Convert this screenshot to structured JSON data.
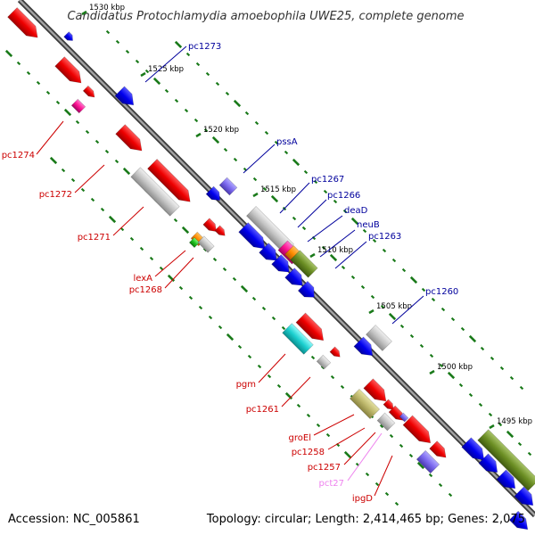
{
  "title": "Candidatus Protochlamydia amoebophila UWE25, complete genome",
  "footer": {
    "accession": "Accession: NC_005861",
    "summary": "Topology: circular; Length: 2,414,465 bp; Genes: 2,075"
  },
  "colors": {
    "forward_label": "#00009c",
    "reverse_label": "#cc0000",
    "pseudo_label": "#ee82ee",
    "ticks": "#1a7a1a",
    "backbone": "#777777"
  },
  "kbp_ticks": [
    "1530 kbp",
    "1525 kbp",
    "1520 kbp",
    "1515 kbp",
    "1510 kbp",
    "1505 kbp",
    "1500 kbp",
    "1495 kbp"
  ],
  "forward_labels": [
    "pc1273",
    "pssA",
    "pc1267",
    "pc1266",
    "deaD",
    "neuB",
    "pc1263",
    "pc1260"
  ],
  "reverse_labels": [
    "pc1274",
    "pc1272",
    "pc1271",
    "lexA",
    "pc1268",
    "pgm",
    "pc1261",
    "groEl",
    "pc1258",
    "pc1257",
    "pct27",
    "ipgD"
  ]
}
